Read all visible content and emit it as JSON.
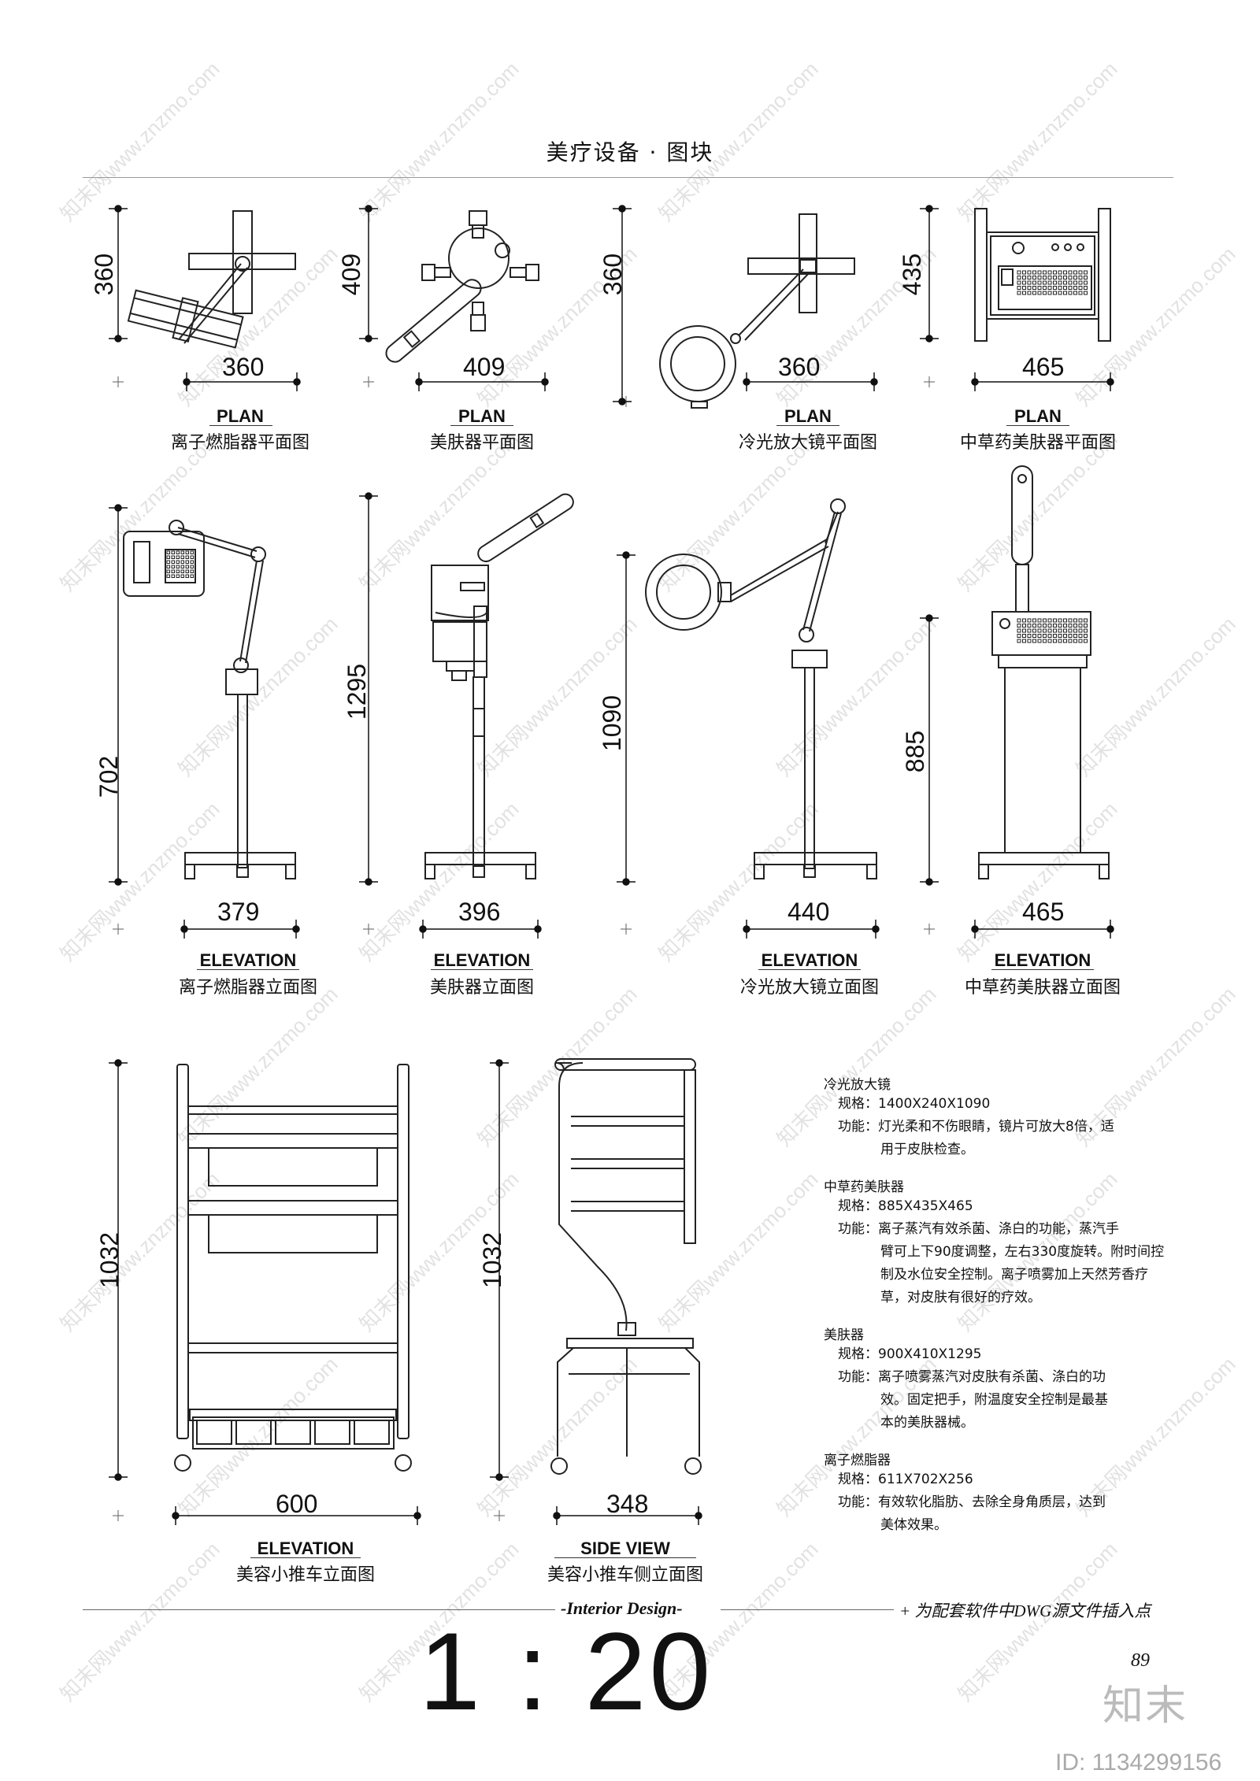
{
  "header": {
    "title": "美疗设备 · 图块"
  },
  "plans": [
    {
      "height_dim": "360",
      "width_dim": "360",
      "view": "PLAN",
      "name": "离子燃脂器平面图"
    },
    {
      "height_dim": "409",
      "width_dim": "409",
      "view": "PLAN",
      "name": "美肤器平面图"
    },
    {
      "height_dim": "360",
      "width_dim": "360",
      "view": "PLAN",
      "name": "冷光放大镜平面图"
    },
    {
      "height_dim": "435",
      "width_dim": "465",
      "view": "PLAN",
      "name": "中草药美肤器平面图"
    }
  ],
  "elevations": [
    {
      "height_dim": "702",
      "width_dim": "379",
      "view": "ELEVATION",
      "name": "离子燃脂器立面图"
    },
    {
      "height_dim": "1295",
      "width_dim": "396",
      "view": "ELEVATION",
      "name": "美肤器立面图"
    },
    {
      "height_dim": "1090",
      "width_dim": "440",
      "view": "ELEVATION",
      "name": "冷光放大镜立面图"
    },
    {
      "height_dim": "885",
      "width_dim": "465",
      "view": "ELEVATION",
      "name": "中草药美肤器立面图"
    }
  ],
  "trolley": [
    {
      "height_dim": "1032",
      "width_dim": "600",
      "view": "ELEVATION",
      "name": "美容小推车立面图"
    },
    {
      "height_dim": "1032",
      "width_dim": "348",
      "view": "SIDE VIEW",
      "name": "美容小推车侧立面图"
    }
  ],
  "specs": [
    {
      "title": "冷光放大镜",
      "size": "规格：1400X240X1090",
      "func": [
        "功能：灯光柔和不伤眼睛，镜片可放大8倍，适",
        "用于皮肤检查。"
      ]
    },
    {
      "title": "中草药美肤器",
      "size": "规格：885X435X465",
      "func": [
        "功能：离子蒸汽有效杀菌、涤白的功能，蒸汽手",
        "臂可上下90度调整，左右330度旋转。附时间控",
        "制及水位安全控制。离子喷雾加上天然芳香疗",
        "草，对皮肤有很好的疗效。"
      ]
    },
    {
      "title": "美肤器",
      "size": "规格：900X410X1295",
      "func": [
        "功能：离子喷雾蒸汽对皮肤有杀菌、涤白的功",
        "效。固定把手，附温度安全控制是最基",
        "本的美肤器械。"
      ]
    },
    {
      "title": "离子燃脂器",
      "size": "规格：611X702X256",
      "func": [
        "功能：有效软化脂肪、去除全身角质层，达到",
        "美体效果。"
      ]
    }
  ],
  "footer": {
    "center": "-Interior Design-",
    "right": "+ 为配套软件中DWG源文件插入点",
    "scale": "1 : 20",
    "page": "89"
  },
  "brand": {
    "logo": "知末",
    "id": "ID: 1134299156",
    "watermark": "知末网www.znzmo.com"
  }
}
